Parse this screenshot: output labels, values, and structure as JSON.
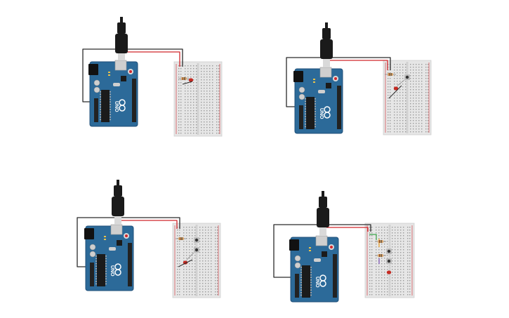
{
  "colors": {
    "background": "#ffffff",
    "board_blue": "#2c6a99",
    "board_dark": "#1f4f78",
    "breadboard": "#e6e6e6",
    "wire_red": "#d1262b",
    "wire_black": "#2b2b2b",
    "wire_green": "#3aa54a",
    "wire_purple": "#7a4fb5",
    "wire_orange": "#f0a020",
    "led_red": "#c52a22",
    "usb_black": "#1a1a1a"
  },
  "board": {
    "label": "UNO"
  },
  "circuits": [
    {
      "id": "circuit-1",
      "leds": 1,
      "buttons": 0,
      "resistors": 1
    },
    {
      "id": "circuit-2",
      "leds": 1,
      "buttons": 1,
      "resistors": 1
    },
    {
      "id": "circuit-3",
      "leds": 1,
      "buttons": 2,
      "resistors": 1
    },
    {
      "id": "circuit-4",
      "leds": 1,
      "buttons": 2,
      "resistors": 2
    }
  ]
}
